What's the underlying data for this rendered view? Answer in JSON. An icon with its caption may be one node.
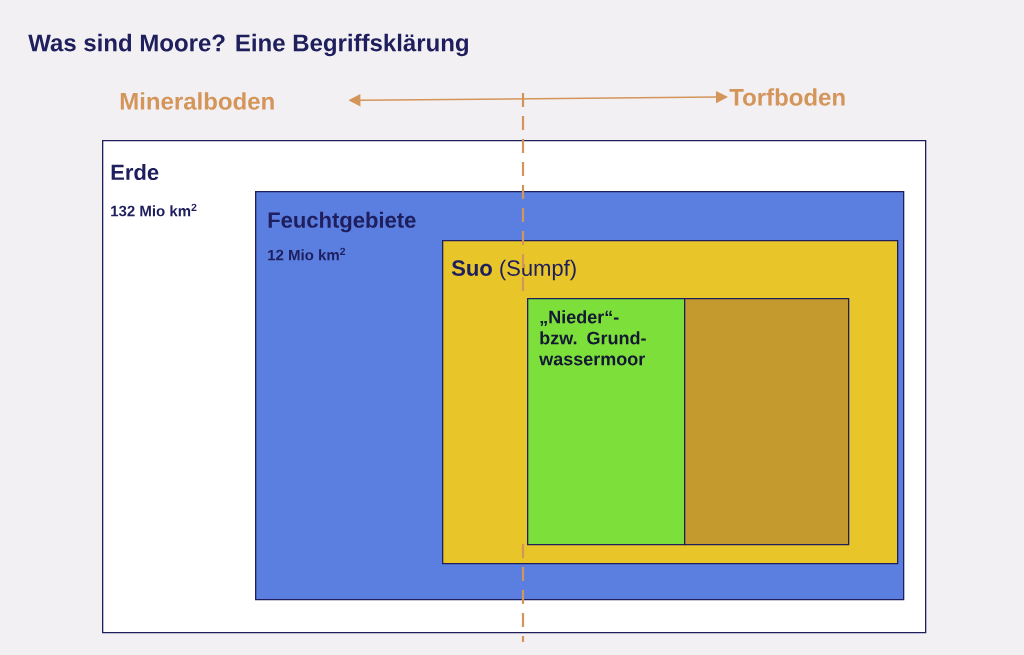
{
  "diagram": {
    "title": "Was sind Moore? Eine Begriffsklärung",
    "nodes": [
      {
        "text": [
          "Erde",
          "132 Mio km$^{2}$"
        ]
      },
      {
        "text": [
          "Feuchtgebiete",
          "12 Mio km$^{2}$"
        ],
        "in": 0
      },
      {
        "text": [
          "**Suo** (Sumpf)"
        ],
        "in": 1
      },
      {
        "text": [
          "„Nieder“- bzw. Grund- wassermoor"
        ],
        "in": 2
      },
      {
        "text": [],
        "shape": "box",
        "in": 2
      },
      {
        "text": [
          "Mineralboden"
        ]
      },
      {
        "text": [
          "Torfboden"
        ]
      }
    ],
    "edges": [
      {
        "from": 5,
        "to": 6,
        "arrow": "both",
        "color": "#d4955a"
      }
    ]
  }
}
